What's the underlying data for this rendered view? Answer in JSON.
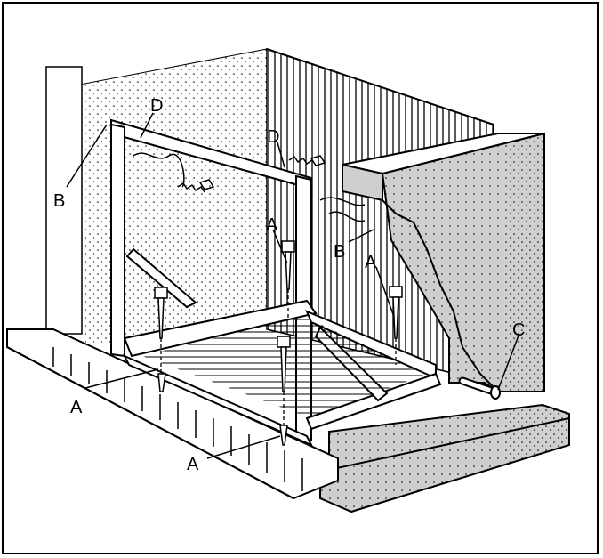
{
  "labels": {
    "d1": "D",
    "d2": "D",
    "b1": "B",
    "b2": "B",
    "a1": "A",
    "a2": "A",
    "a3": "A",
    "a4": "A",
    "c": "C"
  },
  "colors": {
    "line": "#000000",
    "concrete": "#cfcfcf",
    "background": "#ffffff"
  }
}
